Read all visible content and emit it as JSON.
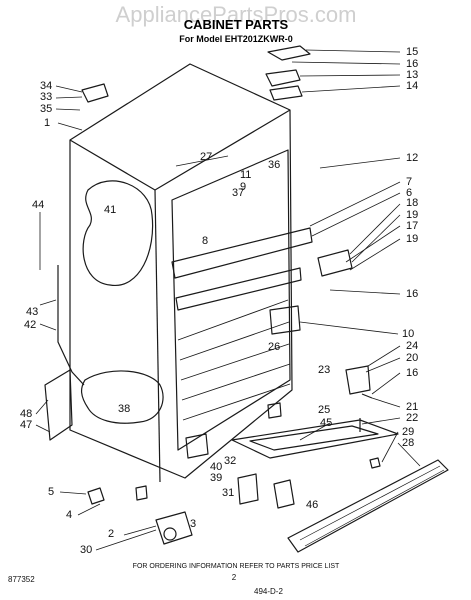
{
  "watermark": "AppliancePartsPros.com",
  "header": {
    "title": "CABINET PARTS",
    "model": "For Model EHT201ZKWR-0"
  },
  "footer": {
    "note": "FOR ORDERING INFORMATION REFER TO PARTS PRICE LIST",
    "doc_number": "877352",
    "page_number": "2",
    "date_code": "494-D-2"
  },
  "colors": {
    "ink": "#1a1a1a",
    "watermark": "#cfcfcf"
  },
  "callouts": [
    "1",
    "2",
    "3",
    "4",
    "5",
    "6",
    "7",
    "8",
    "9",
    "10",
    "11",
    "12",
    "13",
    "14",
    "15",
    "16",
    "17",
    "18",
    "19",
    "20",
    "21",
    "22",
    "23",
    "24",
    "25",
    "26",
    "27",
    "28",
    "29",
    "30",
    "31",
    "32",
    "33",
    "34",
    "35",
    "36",
    "37",
    "38",
    "39",
    "40",
    "41",
    "42",
    "43",
    "44",
    "45",
    "46",
    "47",
    "48"
  ]
}
